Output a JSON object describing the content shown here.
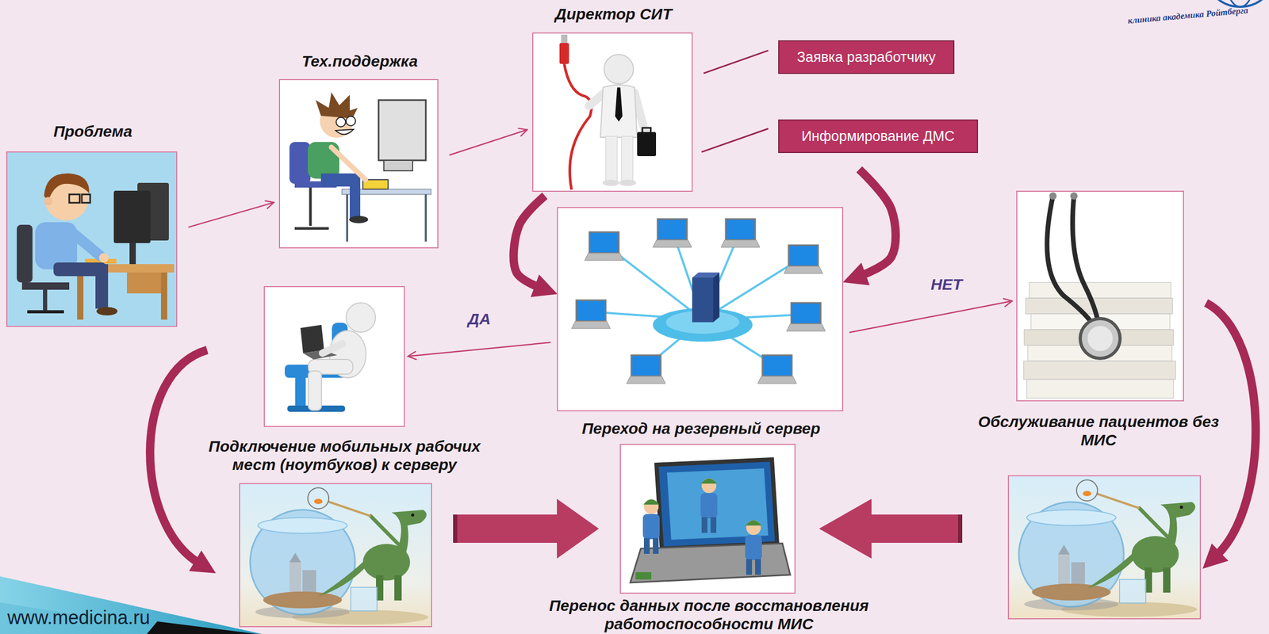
{
  "diagram": {
    "nodes": [
      {
        "text": [
          "Проблема"
        ]
      },
      {
        "text": [
          "Тех.поддержка"
        ]
      },
      {
        "text": [
          "Директор СИТ"
        ]
      },
      {
        "text": [
          "Заявка разработчику"
        ]
      },
      {
        "text": [
          "Информирование ДМС"
        ]
      },
      {
        "text": [
          "Переход на резервный сервер"
        ]
      },
      {
        "text": [
          "Подключение мобильных рабочих мест (ноутбуков) к серверу"
        ]
      },
      {
        "text": [
          "Обслуживание пациентов без МИС"
        ]
      },
      {
        "text": [
          "Перенос данных после восстановления работоспособности МИС"
        ]
      }
    ],
    "edges": [
      {
        "from": 0,
        "to": 1,
        "arrow": "to"
      },
      {
        "from": 1,
        "to": 2,
        "arrow": "to"
      },
      {
        "from": 2,
        "to": 3,
        "arrow": "none"
      },
      {
        "from": 2,
        "to": 4,
        "arrow": "none"
      },
      {
        "from": 2,
        "to": 5,
        "arrow": "to"
      },
      {
        "from": 4,
        "to": 5,
        "arrow": "to"
      },
      {
        "from": 5,
        "to": 6,
        "label": "ДА",
        "arrow": "to"
      },
      {
        "from": 5,
        "to": 7,
        "label": "НЕТ",
        "arrow": "to"
      }
    ],
    "labels": [
      "клиника академика Ройтберга",
      "www.medicina.ru"
    ]
  }
}
